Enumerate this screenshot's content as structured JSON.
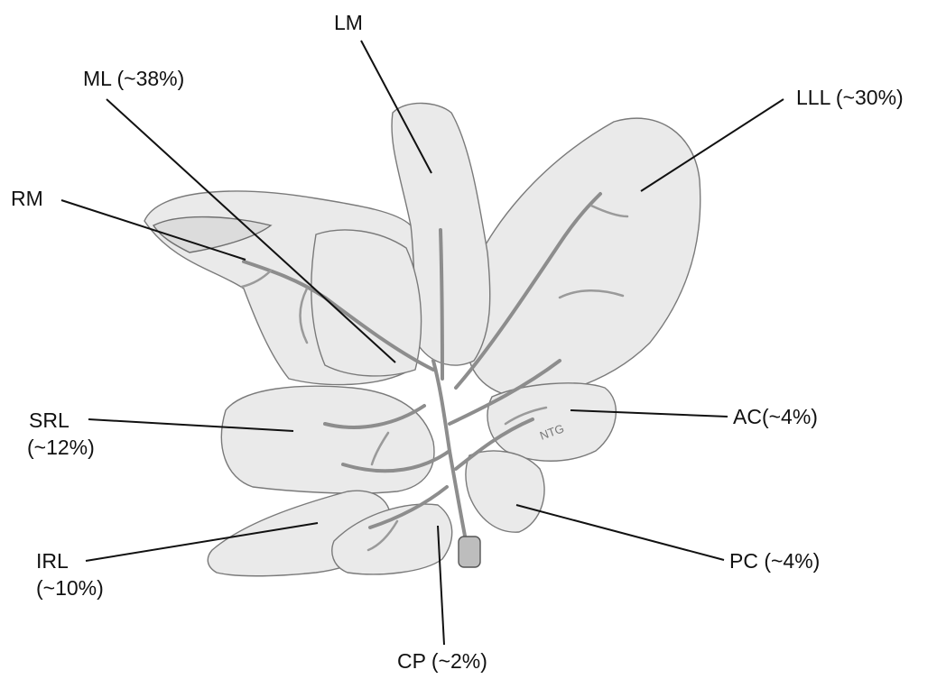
{
  "labels": {
    "lm": "LM",
    "ml": "ML (~38%)",
    "lll": "LLL (~30%)",
    "rm": "RM",
    "srl_name": "SRL",
    "srl_pct": "(~12%)",
    "ac": "AC(~4%)",
    "irl_name": "IRL",
    "irl_pct": "(~10%)",
    "pc": "PC (~4%)",
    "cp": "CP (~2%)"
  },
  "artist_mark": "NTG"
}
